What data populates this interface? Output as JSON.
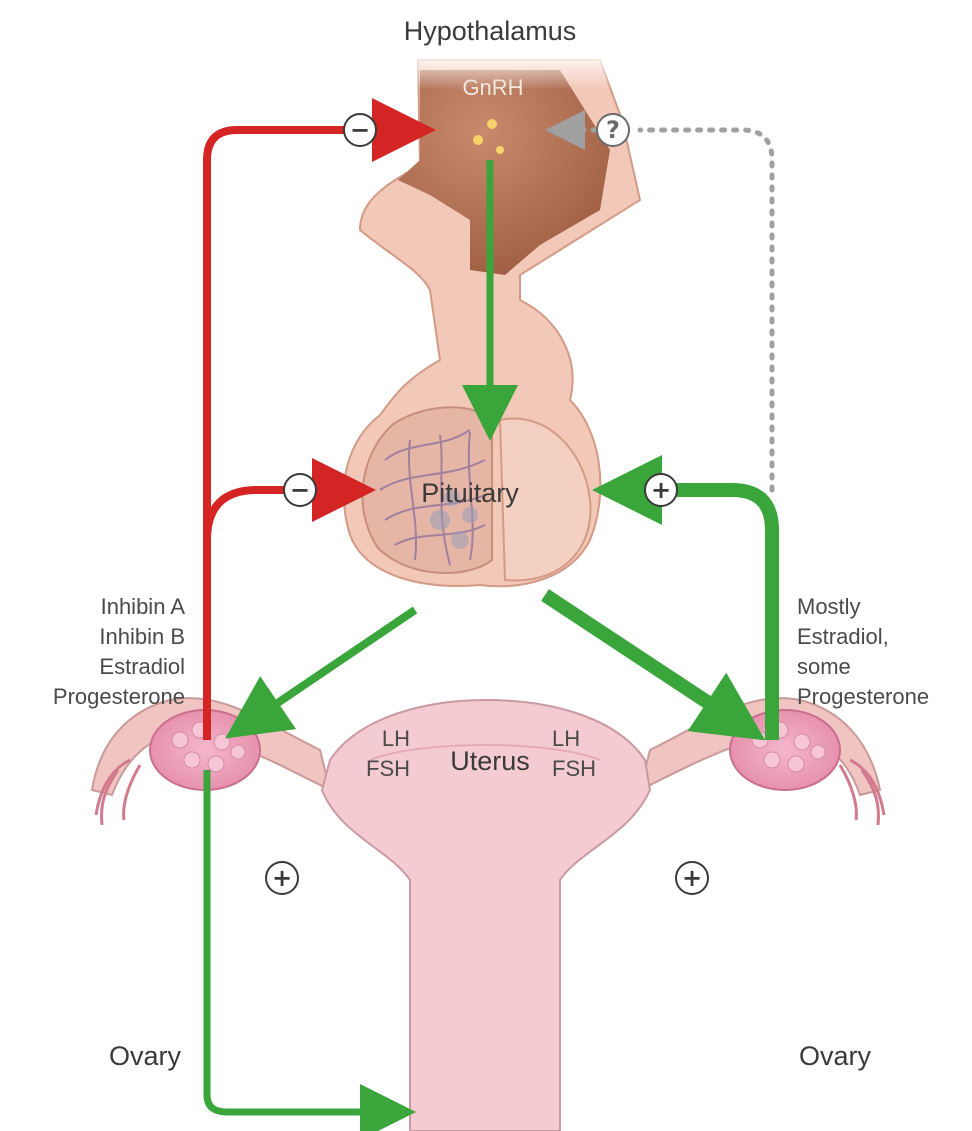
{
  "labels": {
    "hypothalamus": "Hypothalamus",
    "gnrh": "GnRH",
    "pituitary": "Pituitary",
    "uterus": "Uterus",
    "ovary_left": "Ovary",
    "ovary_right": "Ovary"
  },
  "left_feedback": [
    "Inhibin A",
    "Inhibin B",
    "Estradiol",
    "Progesterone"
  ],
  "right_feedback": [
    "Mostly",
    "Estradiol,",
    "some",
    "Progesterone"
  ],
  "hormones_left": [
    "LH",
    "FSH"
  ],
  "hormones_right": [
    "LH",
    "FSH"
  ],
  "signs": {
    "hypothalamus_negative": "−",
    "hypothalamus_unknown": "?",
    "pituitary_negative": "−",
    "pituitary_positive": "+",
    "ovary_left_positive": "+",
    "ovary_right_positive": "+"
  },
  "colors": {
    "negative_feedback": "#d42424",
    "positive_feedback": "#3aa53a",
    "unknown_feedback": "#9a9a9a",
    "tissue": "#f2c8b8",
    "hypothalamus": "#b56a4c"
  }
}
